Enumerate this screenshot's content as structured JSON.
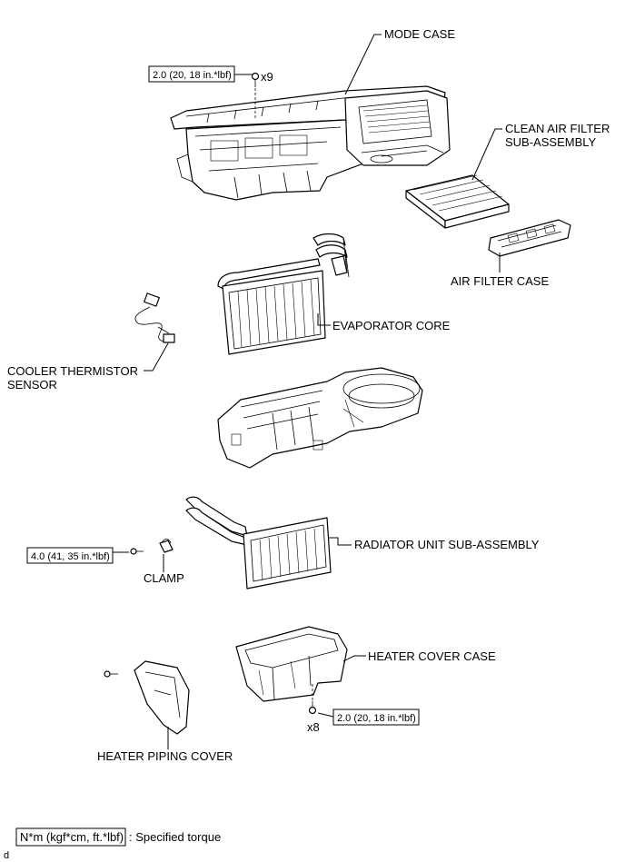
{
  "labels": {
    "mode_case": "MODE CASE",
    "clean_air_filter_line1": "CLEAN AIR FILTER",
    "clean_air_filter_line2": "SUB-ASSEMBLY",
    "air_filter_case": "AIR FILTER CASE",
    "evaporator_core": "EVAPORATOR CORE",
    "cooler_thermistor_line1": "COOLER THERMISTOR",
    "cooler_thermistor_line2": "SENSOR",
    "radiator_unit": "RADIATOR UNIT SUB-ASSEMBLY",
    "clamp": "CLAMP",
    "heater_cover_case": "HEATER COVER CASE",
    "heater_piping_cover": "HEATER PIPING COVER"
  },
  "torques": {
    "mode_case": "2.0 (20, 18 in.*lbf)",
    "clamp": "4.0 (41, 35 in.*lbf)",
    "heater_cover_case": "2.0 (20, 18 in.*lbf)"
  },
  "quantities": {
    "mode_case_screws": "x9",
    "heater_cover_case_screws": "x8"
  },
  "legend": {
    "unit": "N*m (kgf*cm, ft.*lbf)",
    "meaning": ": Specified torque"
  },
  "corner_mark": "d"
}
